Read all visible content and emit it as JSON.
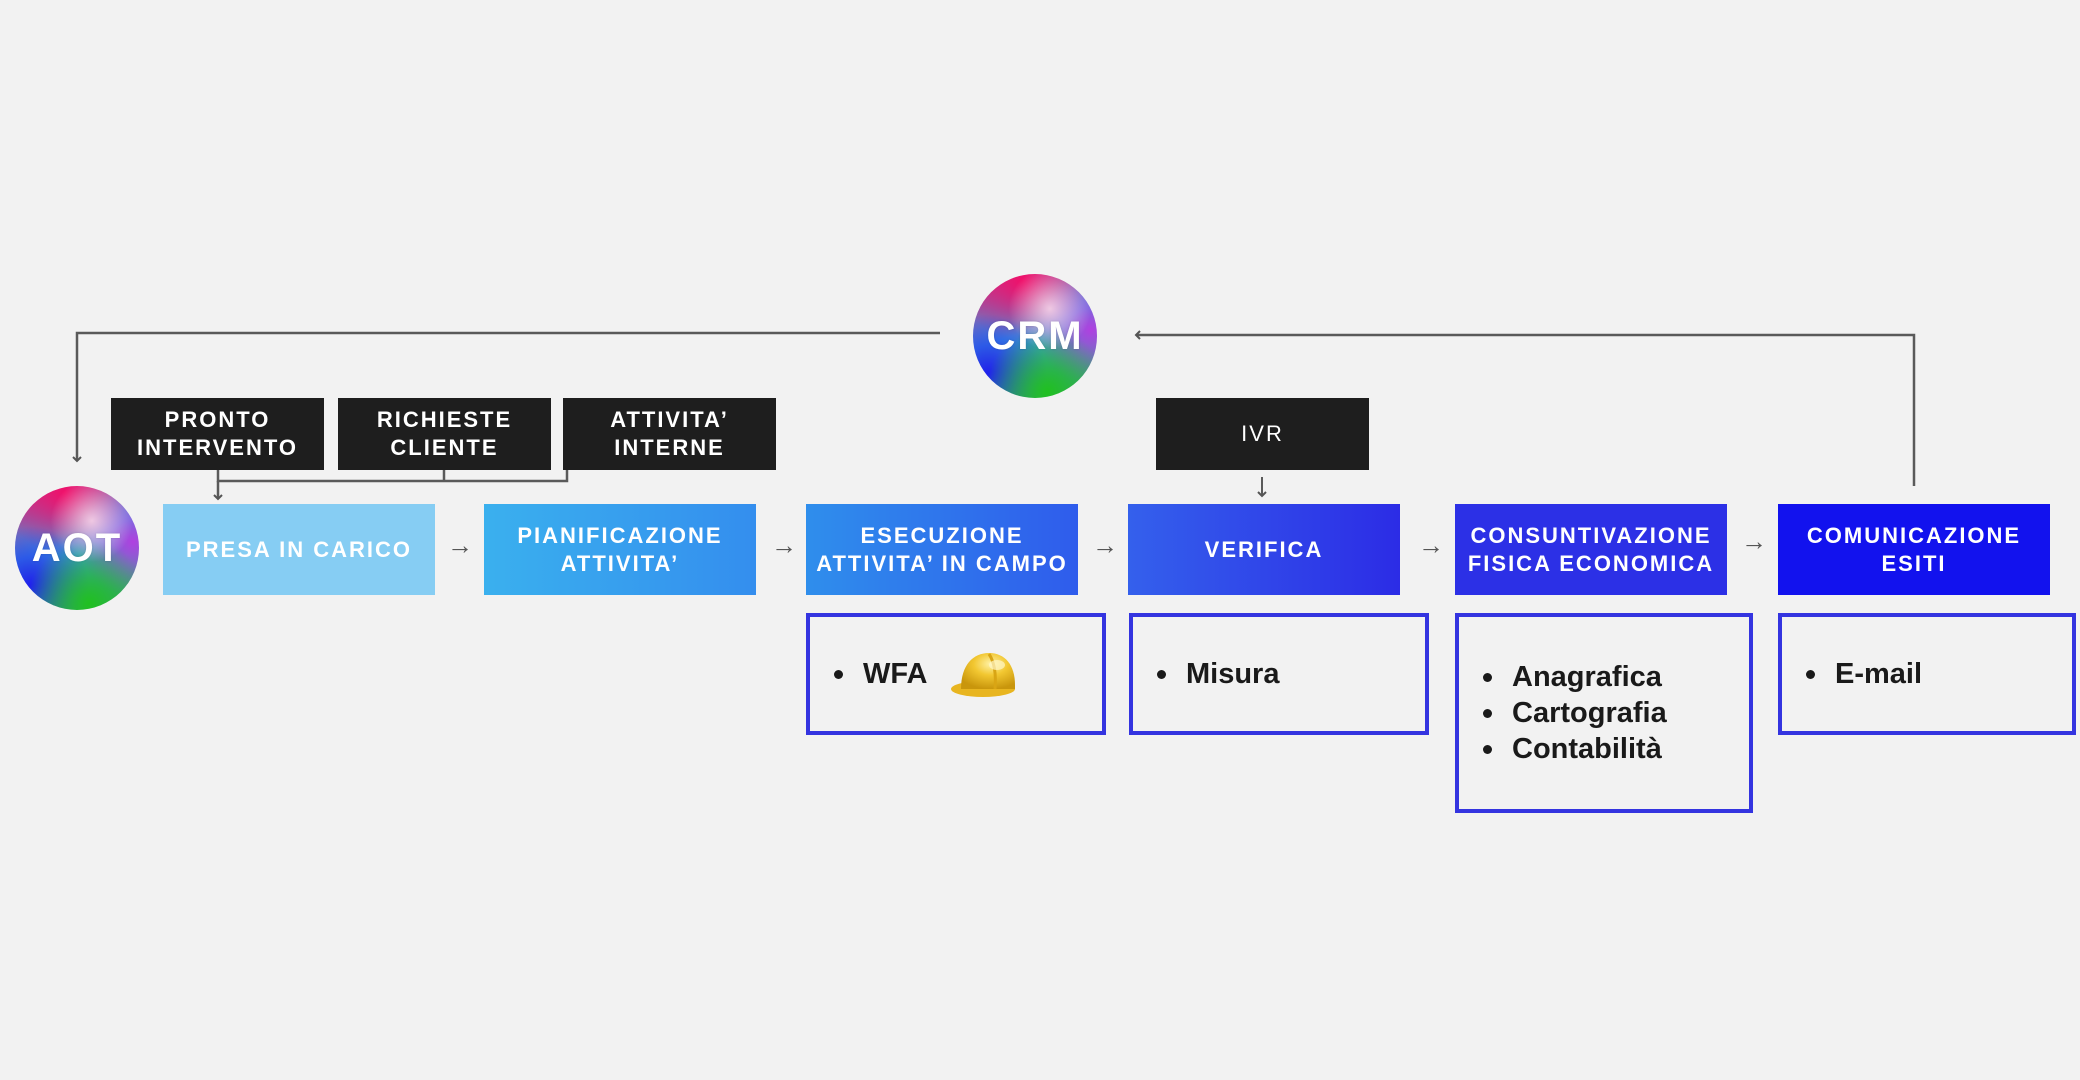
{
  "nodes": {
    "crm": {
      "label": "CRM"
    },
    "aot": {
      "label": "AOT"
    }
  },
  "sources": [
    {
      "label": "PRONTO\nINTERVENTO"
    },
    {
      "label": "RICHIESTE\nCLIENTE"
    },
    {
      "label": "ATTIVITA’\nINTERNE"
    }
  ],
  "ivr": {
    "label": "IVR"
  },
  "steps": [
    {
      "label": "PRESA IN CARICO",
      "color_start": "#86cdf3",
      "color_end": "#86cdf3"
    },
    {
      "label": "PIANIFICAZIONE\nATTIVITA’",
      "color_start": "#3ab0ee",
      "color_end": "#348eee"
    },
    {
      "label": "ESECUZIONE\nATTIVITA’ IN CAMPO",
      "color_start": "#2f8eec",
      "color_end": "#2f5cec"
    },
    {
      "label": "VERIFICA",
      "color_start": "#3460ec",
      "color_end": "#2c2ce6"
    },
    {
      "label": "CONSUNTIVAZIONE\nFISICA ECONOMICA",
      "color_start": "#2c30e6",
      "color_end": "#2c30e6"
    },
    {
      "label": "COMUNICAZIONE\nESITI",
      "color_start": "#1212ee",
      "color_end": "#1212ee"
    }
  ],
  "details": {
    "esecuzione": {
      "items": [
        "WFA"
      ],
      "icon": "hard-hat-icon"
    },
    "verifica": {
      "items": [
        "Misura"
      ]
    },
    "consuntivazione": {
      "items": [
        "Anagrafica",
        "Cartografia",
        "Contabilità"
      ]
    },
    "comunicazione": {
      "items": [
        "E-mail"
      ]
    }
  },
  "arrow_glyph": "→",
  "colors": {
    "background": "#f2f2f2",
    "source_box": "#1e1e1e",
    "detail_border": "#3434e0",
    "connector": "#555555"
  }
}
